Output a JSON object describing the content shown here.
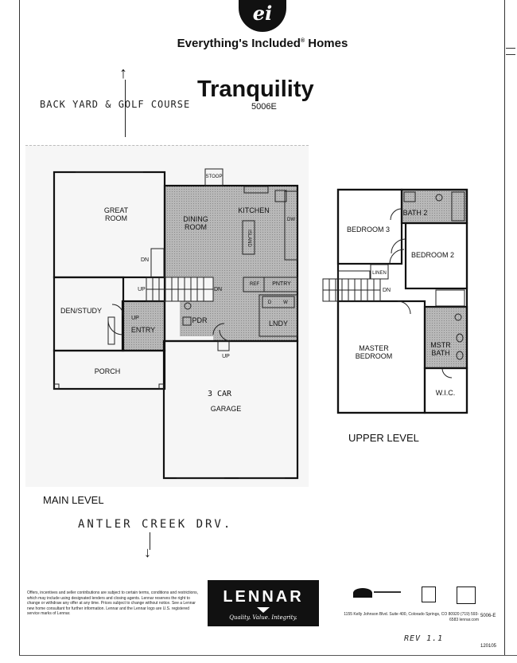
{
  "header": {
    "brand_tagline": "Everything's Included",
    "brand_tagline_suffix": "Homes",
    "logo_letters": "ei",
    "plan_name": "Tranquility",
    "plan_number": "5006E"
  },
  "annotations": {
    "back_yard": "BACK YARD & GOLF COURSE",
    "street": "ANTLER CREEK DRV.",
    "rev": "REV 1.1"
  },
  "main_level": {
    "label": "MAIN LEVEL",
    "rooms": {
      "stoop": "STOOP",
      "great_room": "GREAT ROOM",
      "dining_room": "DINING ROOM",
      "kitchen": "KITCHEN",
      "island": "ISLAND",
      "dw": "DW",
      "ref": "REF",
      "pantry": "PNTRY",
      "den_study": "DEN/STUDY",
      "entry": "ENTRY",
      "pdr": "PDR",
      "laundry": "LNDY",
      "porch": "PORCH",
      "garage_size": "3 CAR",
      "garage": "GARAGE",
      "dn1": "DN",
      "up1": "UP",
      "dn2": "DN",
      "up2": "UP",
      "up3": "UP",
      "d": "D",
      "w": "W"
    }
  },
  "upper_level": {
    "label": "UPPER LEVEL",
    "rooms": {
      "bath2": "BATH 2",
      "bedroom3": "BEDROOM 3",
      "bedroom2": "BEDROOM 2",
      "linen": "LINEN",
      "dn": "DN",
      "master_bedroom": "MASTER BEDROOM",
      "mstr_bath": "MSTR BATH",
      "wic": "W.I.C."
    }
  },
  "footer": {
    "disclaimer": "Offers, incentives and seller contributions are subject to certain terms, conditions and restrictions, which may include using designated lenders and closing agents. Lennar reserves the right to change or withdraw any offer at any time. Prices subject to change without notice. See a Lennar new home consultant for further information. Lennar and the Lennar logo are U.S. registered service marks of Lennar.",
    "lennar_name": "LENNAR",
    "lennar_tagline": "Quality. Value. Integrity.",
    "address": "1155 Kelly Johnson Blvd. Suite 400, Colorado Springs, CO 80920 (719) 593-6583 lennar.com",
    "code": "5006-E",
    "date_code": "120105"
  },
  "colors": {
    "brand_dark": "#111111",
    "fill_gray": "#9a9a9a"
  }
}
